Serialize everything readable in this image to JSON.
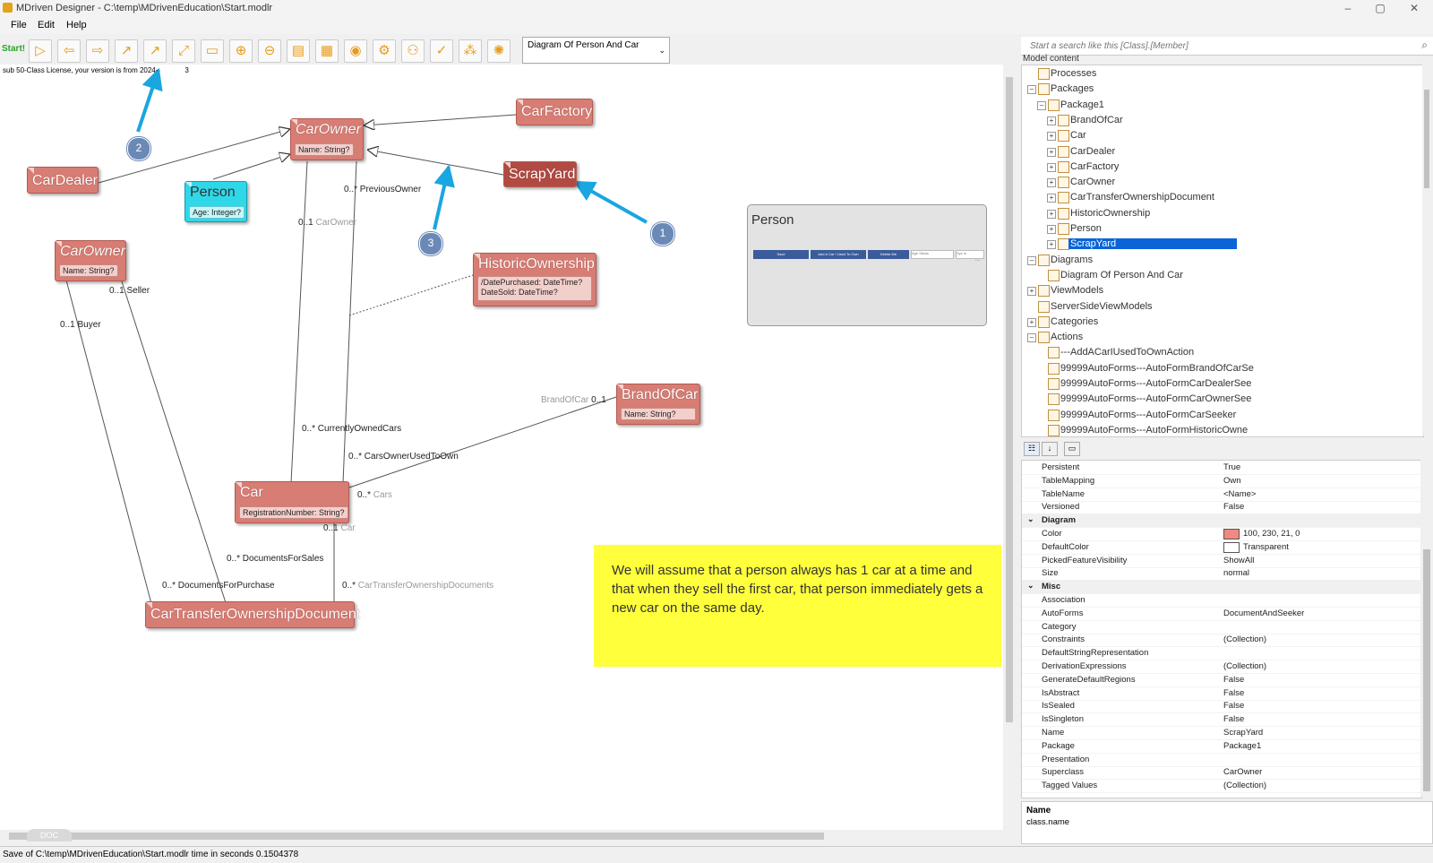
{
  "window": {
    "title": "MDriven Designer - C:\\temp\\MDrivenEducation\\Start.modlr",
    "minimize": "–",
    "maximize": "▢",
    "close": "✕"
  },
  "menu": [
    "File",
    "Edit",
    "Help"
  ],
  "toolbar": {
    "start_label": "Start!",
    "diagram_selected": "Diagram Of Person And Car"
  },
  "license_text": "sub 50-Class License, your version is from 2024-",
  "license_suffix": "3",
  "classes": {
    "carowner_top": {
      "name": "CarOwner",
      "attr": "Name: String?"
    },
    "carfactory": {
      "name": "CarFactory"
    },
    "cardealer": {
      "name": "CarDealer"
    },
    "person": {
      "name": "Person",
      "attr": "Age: Integer?"
    },
    "scrapyard": {
      "name": "ScrapYard"
    },
    "carowner_left": {
      "name": "CarOwner",
      "attr": "Name: String?"
    },
    "historic": {
      "name": "HistoricOwnership",
      "attr1": "/DatePurchased: DateTime?",
      "attr2": "DateSold: DateTime?"
    },
    "brandofcar": {
      "name": "BrandOfCar",
      "attr": "Name: String?"
    },
    "car": {
      "name": "Car",
      "attr": "RegistrationNumber: String?"
    },
    "cartransfer": {
      "name": "CarTransferOwnershipDocument"
    }
  },
  "assoc_labels": {
    "previous_owner": "0..* PreviousOwner",
    "carowner_mult": "0..1",
    "carowner_role": "CarOwner",
    "seller": "0..1 Seller",
    "buyer": "0..1 Buyer",
    "brand_role": "BrandOfCar",
    "brand_mult": "0..1",
    "currently_owned": "0..* CurrentlyOwnedCars",
    "cars_used": "0..* CarsOwnerUsedToOwn",
    "cars_mult": "0..*",
    "cars_role": "Cars",
    "car_mult": "0..1",
    "car_role": "Car",
    "docs_sales": "0..* DocumentsForSales",
    "docs_purchase": "0..* DocumentsForPurchase",
    "ctod_mult": "0..*",
    "ctod_role": "CarTransferOwnershipDocuments"
  },
  "badges": [
    "1",
    "2",
    "3"
  ],
  "note": "We will assume that a person always has 1 car at a time and that when they sell the first car, that person immediately gets a new car on the same day.",
  "person_preview": {
    "title": "Person",
    "buttons": [
      "Save",
      "Add A Car I Used To Own",
      "Delete Me"
    ],
    "input_placeholder": "Age Sticks",
    "input2": "Sys In",
    "more": "..."
  },
  "doc_tab": "DOC",
  "status": "Save of C:\\temp\\MDrivenEducation\\Start.modlr time in seconds 0.1504378",
  "search_placeholder": "Start a search like this [Class].[Member]",
  "model_content_label": "Model content",
  "tree": [
    {
      "label": "Processes",
      "indent": 0,
      "exp": ""
    },
    {
      "label": "Packages",
      "indent": 0,
      "exp": "–"
    },
    {
      "label": "Package1",
      "indent": 1,
      "exp": "–"
    },
    {
      "label": "BrandOfCar",
      "indent": 2,
      "exp": "+"
    },
    {
      "label": "Car",
      "indent": 2,
      "exp": "+"
    },
    {
      "label": "CarDealer",
      "indent": 2,
      "exp": "+"
    },
    {
      "label": "CarFactory",
      "indent": 2,
      "exp": "+"
    },
    {
      "label": "CarOwner",
      "indent": 2,
      "exp": "+"
    },
    {
      "label": "CarTransferOwnershipDocument",
      "indent": 2,
      "exp": "+"
    },
    {
      "label": "HistoricOwnership",
      "indent": 2,
      "exp": "+"
    },
    {
      "label": "Person",
      "indent": 2,
      "exp": "+"
    },
    {
      "label": "ScrapYard",
      "indent": 2,
      "exp": "+",
      "selected": true
    },
    {
      "label": "Diagrams",
      "indent": 0,
      "exp": "–"
    },
    {
      "label": "Diagram Of Person And Car",
      "indent": 1,
      "exp": ""
    },
    {
      "label": "ViewModels",
      "indent": 0,
      "exp": "+"
    },
    {
      "label": "ServerSideViewModels",
      "indent": 0,
      "exp": ""
    },
    {
      "label": "Categories",
      "indent": 0,
      "exp": "+"
    },
    {
      "label": "Actions",
      "indent": 0,
      "exp": "–"
    },
    {
      "label": "---AddACarIUsedToOwnAction",
      "indent": 1,
      "exp": ""
    },
    {
      "label": "99999AutoForms---AutoFormBrandOfCarSe",
      "indent": 1,
      "exp": ""
    },
    {
      "label": "99999AutoForms---AutoFormCarDealerSee",
      "indent": 1,
      "exp": ""
    },
    {
      "label": "99999AutoForms---AutoFormCarOwnerSee",
      "indent": 1,
      "exp": ""
    },
    {
      "label": "99999AutoForms---AutoFormCarSeeker",
      "indent": 1,
      "exp": ""
    },
    {
      "label": "99999AutoForms---AutoFormHistoricOwne",
      "indent": 1,
      "exp": ""
    }
  ],
  "props": [
    {
      "k": "Persistent",
      "v": "True"
    },
    {
      "k": "TableMapping",
      "v": "Own"
    },
    {
      "k": "TableName",
      "v": "<Name>"
    },
    {
      "k": "Versioned",
      "v": "False"
    },
    {
      "k": "Diagram",
      "cat": true
    },
    {
      "k": "Color",
      "v": "100, 230, 21, 0",
      "swatch": "#f08a80"
    },
    {
      "k": "DefaultColor",
      "v": "Transparent",
      "swatch": "#ffffff"
    },
    {
      "k": "PickedFeatureVisibility",
      "v": "ShowAll"
    },
    {
      "k": "Size",
      "v": "normal"
    },
    {
      "k": "Misc",
      "cat": true
    },
    {
      "k": "Association",
      "v": ""
    },
    {
      "k": "AutoForms",
      "v": "DocumentAndSeeker"
    },
    {
      "k": "Category",
      "v": ""
    },
    {
      "k": "Constraints",
      "v": "(Collection)"
    },
    {
      "k": "DefaultStringRepresentation",
      "v": ""
    },
    {
      "k": "DerivationExpressions",
      "v": "(Collection)"
    },
    {
      "k": "GenerateDefaultRegions",
      "v": "False"
    },
    {
      "k": "IsAbstract",
      "v": "False"
    },
    {
      "k": "IsSealed",
      "v": "False"
    },
    {
      "k": "IsSingleton",
      "v": "False"
    },
    {
      "k": "Name",
      "v": "ScrapYard"
    },
    {
      "k": "Package",
      "v": "Package1"
    },
    {
      "k": "Presentation",
      "v": ""
    },
    {
      "k": "Superclass",
      "v": "CarOwner"
    },
    {
      "k": "Tagged Values",
      "v": "(Collection)"
    }
  ],
  "desc": {
    "name": "Name",
    "value": "class.name"
  },
  "colors": {
    "class_fill": "#d77d74",
    "person_fill": "#2fd8e8",
    "note": "#ffff3b",
    "badge": "#6b89b6",
    "arrow": "#1aa6e0",
    "selection": "#0a64d8"
  }
}
